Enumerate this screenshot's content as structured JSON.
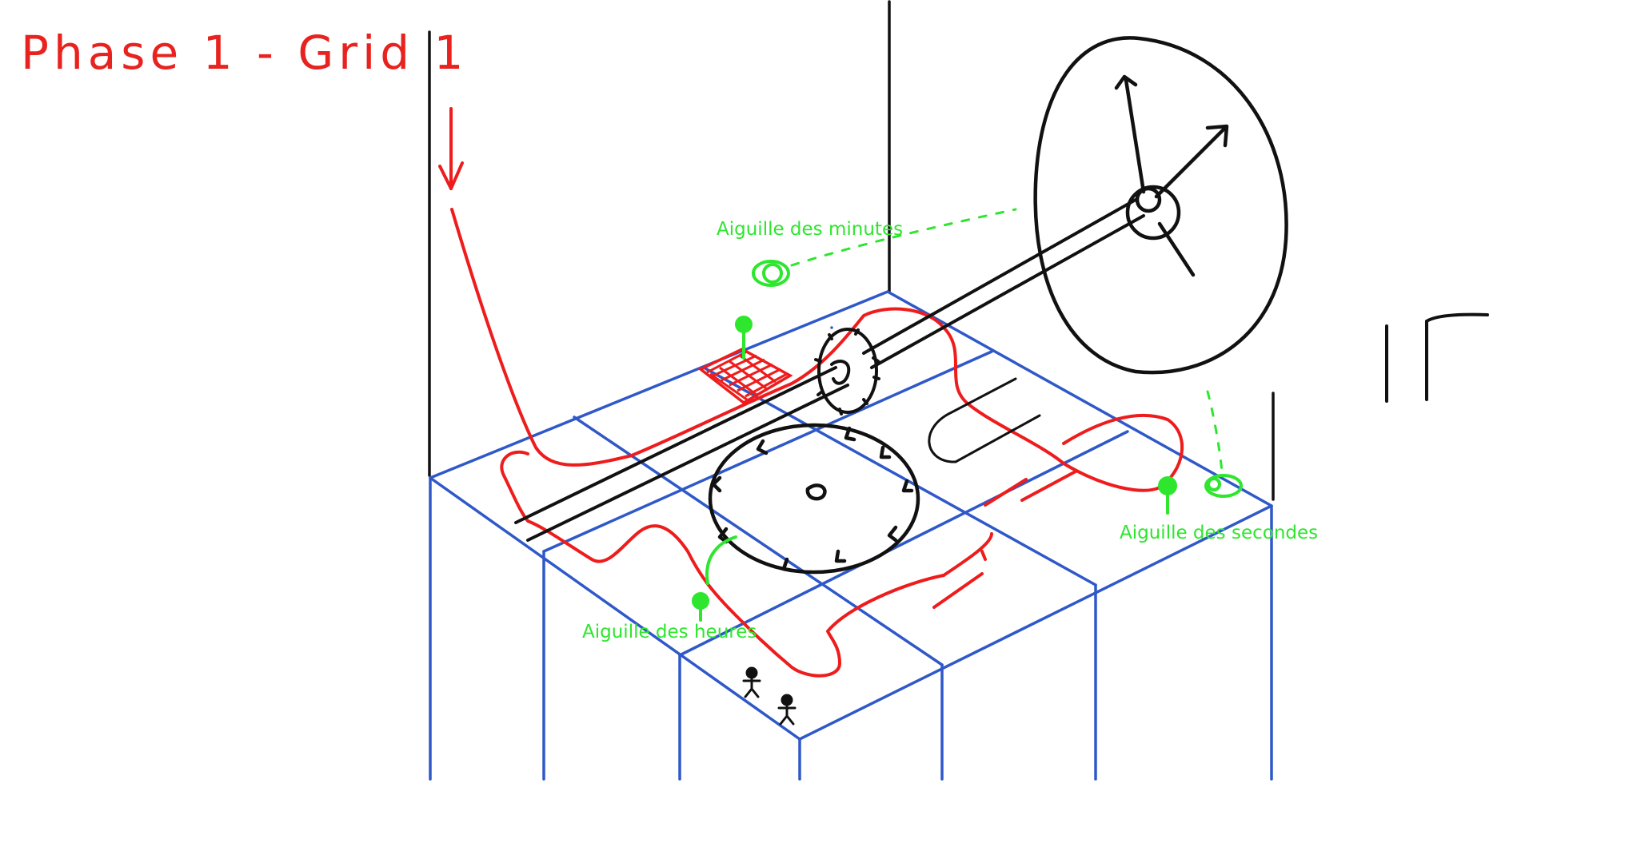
{
  "title": "Phase 1 - Grid 1",
  "labels": {
    "minutes": "Aiguille des minutes",
    "seconds": "Aiguille des secondes",
    "hours": "Aiguille des heures"
  },
  "colors": {
    "title": "#e8231f",
    "path": "#ee1c1c",
    "grid": "#2f58c8",
    "ink": "#111111",
    "marker": "#2ee62e"
  }
}
